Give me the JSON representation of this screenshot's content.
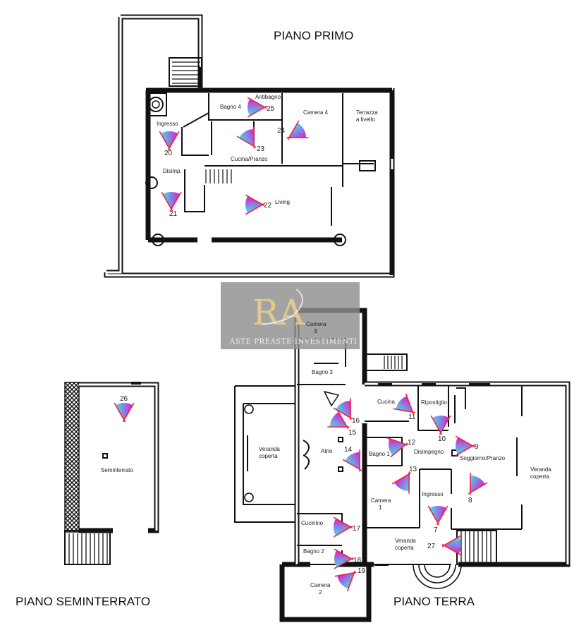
{
  "titles": {
    "first_floor": "PIANO PRIMO",
    "ground_floor": "PIANO TERRA",
    "basement": "PIANO SEMINTERRATO"
  },
  "watermark": {
    "logo_letters": "RA",
    "text": "ASTE·PREASTE·INVESTIMENTI"
  },
  "first_floor_rooms": {
    "bagno4": "Bagno 4",
    "antibagno": "Antibagno",
    "camera4": "Camera 4",
    "terrazza_1": "Terrazza",
    "terrazza_2": "a livello",
    "ingresso": "Ingresso",
    "cucina_pranzo": "Cucina/Pranzo",
    "disimp": "Disimp.",
    "living": "Living"
  },
  "ground_floor_rooms": {
    "camera3_1": "Camera",
    "camera3_2": "3",
    "bagno3": "Bagno 3",
    "veranda_w_1": "Veranda",
    "veranda_w_2": "coperta",
    "atrio": "Atrio",
    "cucina": "Cucina",
    "ripostiglio": "Ripostiglio",
    "bagno1": "Bagno 1",
    "disimpegno": "Disimpegno",
    "soggiorno": "Soggiorno/Pranzo",
    "veranda_e_1": "Veranda",
    "veranda_e_2": "coperta",
    "camera1_1": "Camera",
    "camera1_2": "1",
    "ingresso": "Ingresso",
    "cucinino": "Cucinino",
    "veranda_s_1": "Veranda",
    "veranda_s_2": "coperta",
    "bagno2": "Bagno 2",
    "camera2_1": "Camera",
    "camera2_2": "2"
  },
  "basement_rooms": {
    "seminterrato": "Seminterrato"
  },
  "camera_points": [
    "20",
    "21",
    "22",
    "23",
    "24",
    "25",
    "26",
    "16",
    "15",
    "14",
    "11",
    "10",
    "9",
    "12",
    "13",
    "8",
    "7",
    "27",
    "17",
    "18",
    "19"
  ],
  "colors": {
    "cone_top": "#33e6f2",
    "cone_bottom": "#e01ad0",
    "cone_edge": "#ff1a3a",
    "watermark_bg": "#8f8f8f",
    "logo_gold": "#e8cf8c"
  }
}
